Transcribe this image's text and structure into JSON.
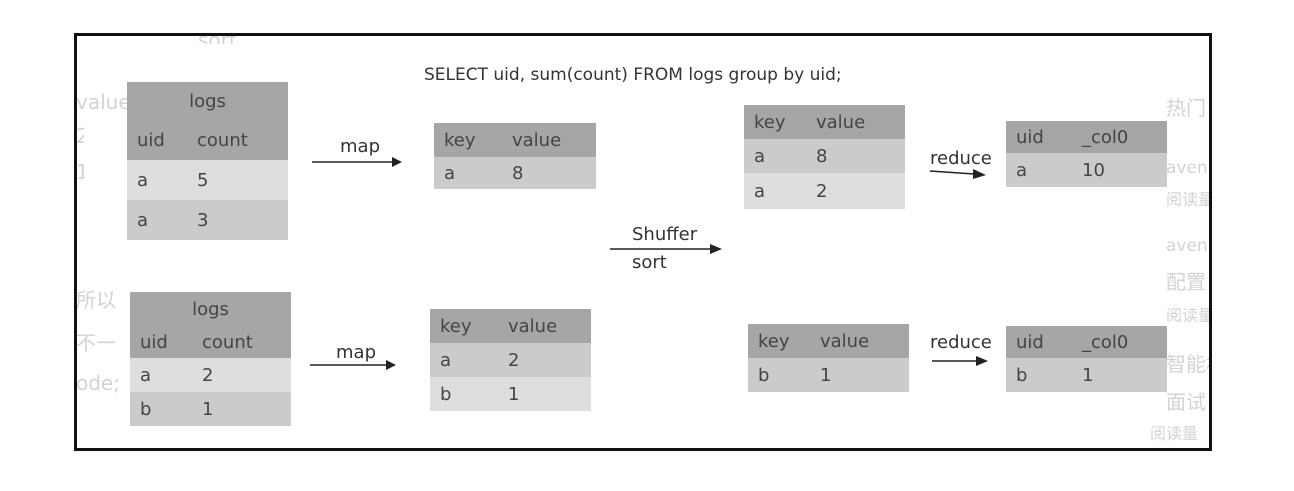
{
  "query": "SELECT uid, sum(count) FROM logs group by uid;",
  "labels": {
    "map": "map",
    "reduce": "reduce",
    "shuffle_line1": "Shuffer",
    "shuffle_line2": "sort"
  },
  "input_tables": [
    {
      "caption": "logs",
      "headers": [
        "uid",
        "count"
      ],
      "rows": [
        [
          "a",
          "5"
        ],
        [
          "a",
          "3"
        ]
      ]
    },
    {
      "caption": "logs",
      "headers": [
        "uid",
        "count"
      ],
      "rows": [
        [
          "a",
          "2"
        ],
        [
          "b",
          "1"
        ]
      ]
    }
  ],
  "map_tables": [
    {
      "headers": [
        "key",
        "value"
      ],
      "rows": [
        [
          "a",
          "8"
        ]
      ]
    },
    {
      "headers": [
        "key",
        "value"
      ],
      "rows": [
        [
          "a",
          "2"
        ],
        [
          "b",
          "1"
        ]
      ]
    }
  ],
  "shuffle_tables": [
    {
      "headers": [
        "key",
        "value"
      ],
      "rows": [
        [
          "a",
          "8"
        ],
        [
          "a",
          "2"
        ]
      ]
    },
    {
      "headers": [
        "key",
        "value"
      ],
      "rows": [
        [
          "b",
          "1"
        ]
      ]
    }
  ],
  "output_tables": [
    {
      "headers": [
        "uid",
        "_col0"
      ],
      "rows": [
        [
          "a",
          "10"
        ]
      ]
    },
    {
      "headers": [
        "uid",
        "_col0"
      ],
      "rows": [
        [
          "b",
          "1"
        ]
      ]
    }
  ],
  "background_text": {
    "top": "sort",
    "left": [
      "value",
      "2",
      "1",
      "所以",
      "不一",
      "ode;"
    ],
    "right": [
      "热门",
      "aven",
      "阅读量",
      "aven",
      "配置",
      "阅读量",
      "智能机",
      "面试",
      "阅读量"
    ]
  },
  "colors": {
    "header_fill": "#a6a6a6",
    "row_fill_1": "#cbcbcb",
    "row_fill_2": "#dedede",
    "frame_border": "#111111"
  }
}
